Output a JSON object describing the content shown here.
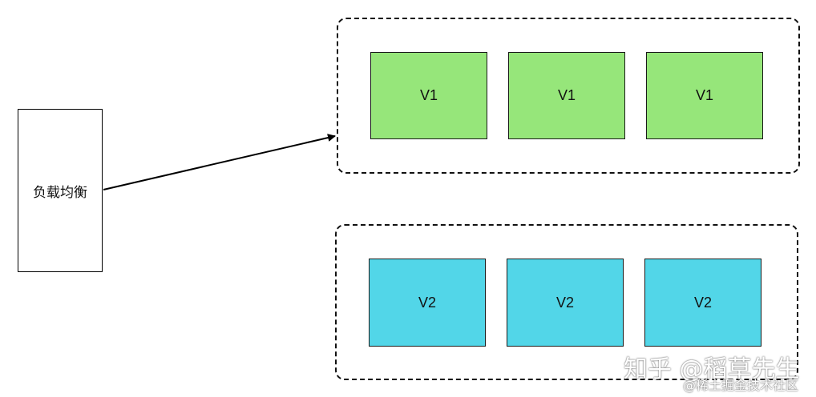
{
  "load_balancer": {
    "label": "负载均衡"
  },
  "group_v1": {
    "boxes": [
      "V1",
      "V1",
      "V1"
    ]
  },
  "group_v2": {
    "boxes": [
      "V2",
      "V2",
      "V2"
    ]
  },
  "colors": {
    "v1_fill": "#96e67a",
    "v2_fill": "#52d6e8",
    "stroke": "#111111"
  },
  "watermark": {
    "line1": "知乎 @稻草先生",
    "line2": "@稀土掘金技术社区"
  }
}
